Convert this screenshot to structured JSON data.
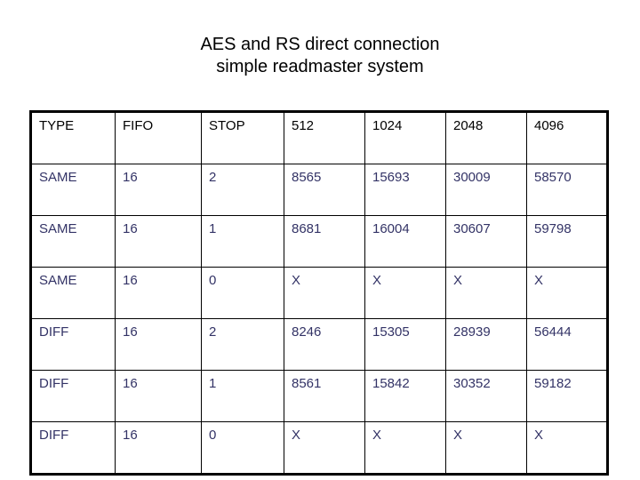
{
  "title": {
    "line1": "AES and RS direct connection",
    "line2": "simple readmaster system"
  },
  "colors": {
    "title_text": "#000000",
    "header_text": "#000000",
    "body_text": "#333366",
    "border": "#000000",
    "background": "#ffffff"
  },
  "table": {
    "columns": [
      "TYPE",
      "FIFO",
      "STOP",
      "512",
      "1024",
      "2048",
      "4096"
    ],
    "rows": [
      [
        "SAME",
        "16",
        "2",
        "8565",
        "15693",
        "30009",
        "58570"
      ],
      [
        "SAME",
        "16",
        "1",
        "8681",
        "16004",
        "30607",
        "59798"
      ],
      [
        "SAME",
        "16",
        "0",
        "X",
        "X",
        "X",
        "X"
      ],
      [
        "DIFF",
        "16",
        "2",
        "8246",
        "15305",
        "28939",
        "56444"
      ],
      [
        "DIFF",
        "16",
        "1",
        "8561",
        "15842",
        "30352",
        "59182"
      ],
      [
        "DIFF",
        "16",
        "0",
        "X",
        "X",
        "X",
        "X"
      ]
    ]
  }
}
